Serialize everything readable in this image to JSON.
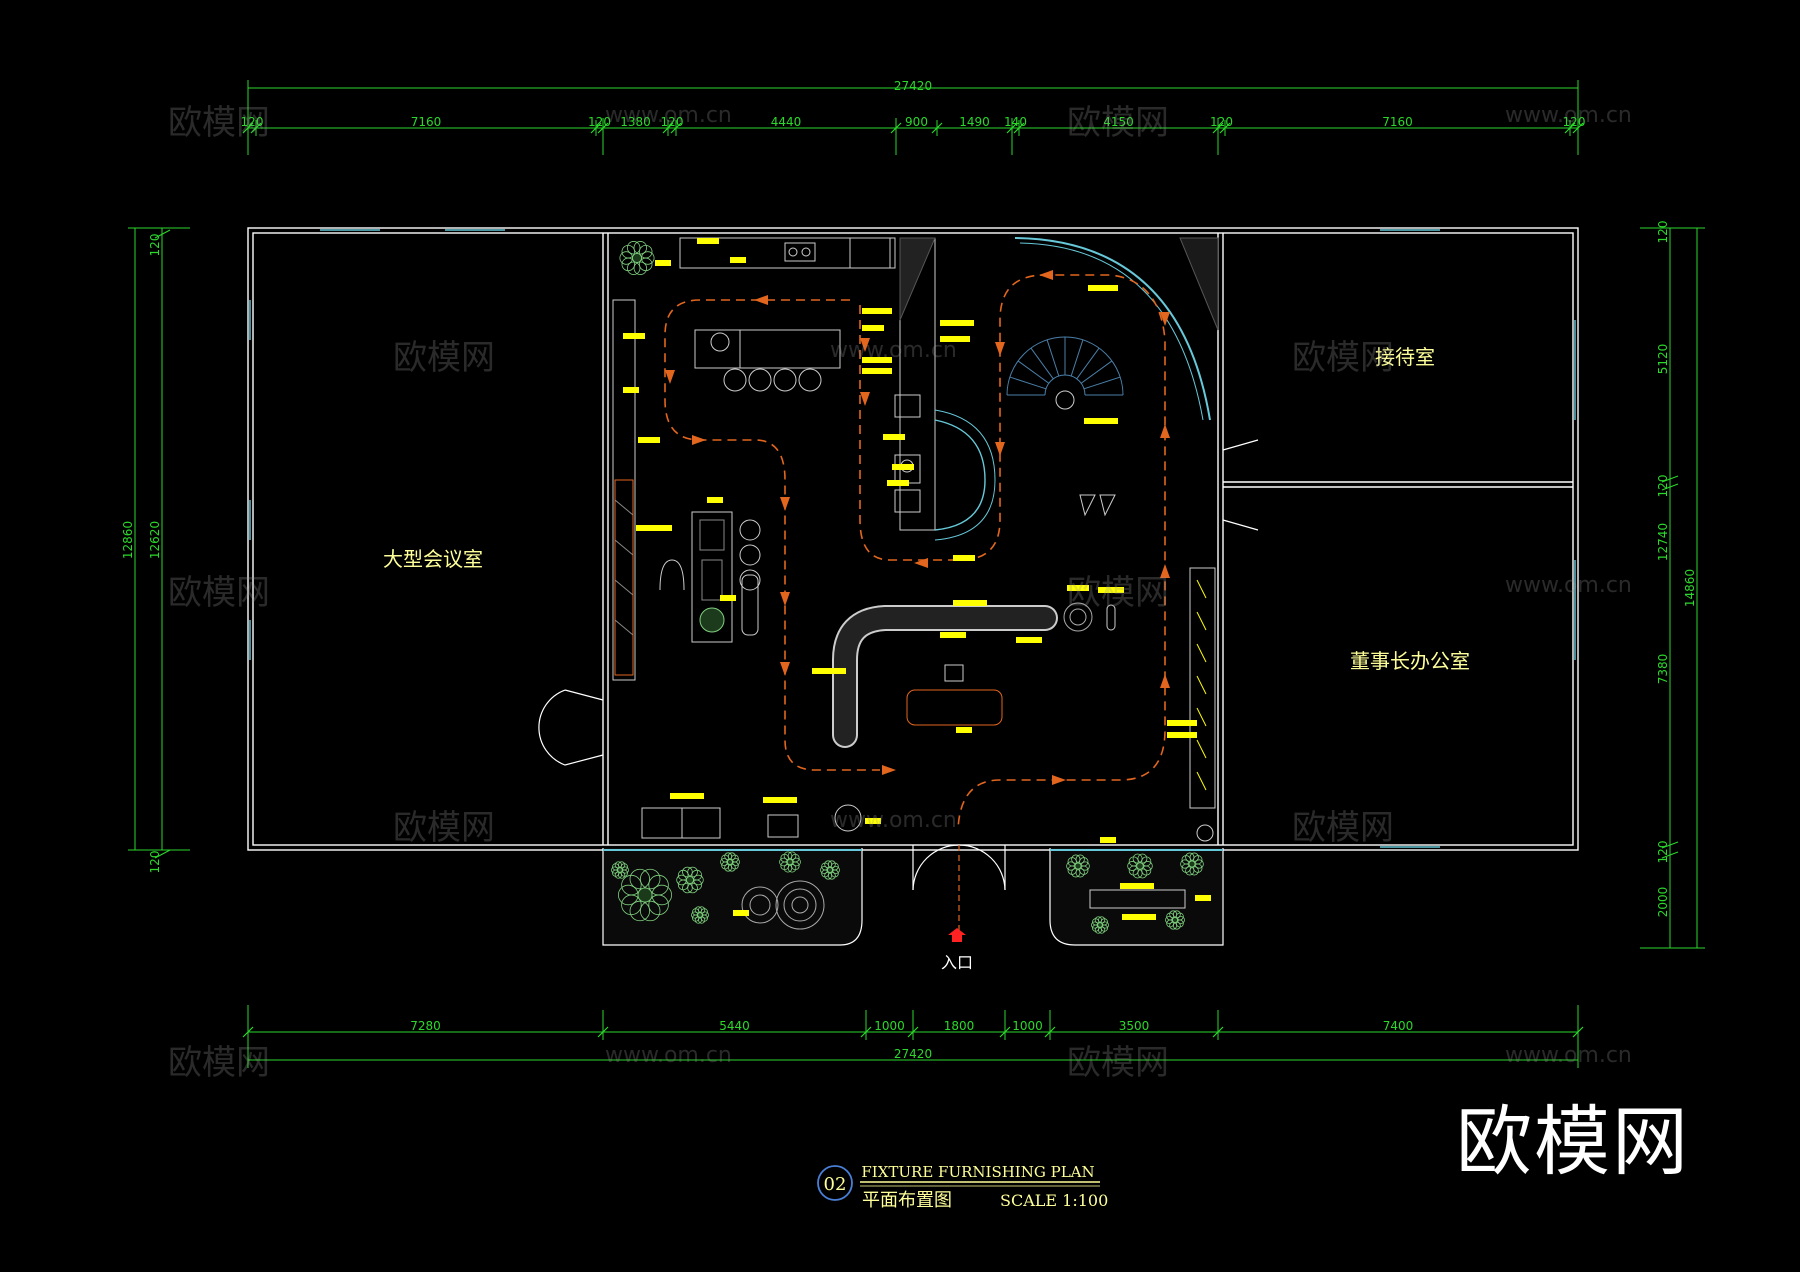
{
  "rooms": {
    "large_meeting": "大型会议室",
    "reception": "接待室",
    "chairman_office": "董事长办公室",
    "entrance": "入口"
  },
  "dimensions": {
    "top_total": "27420",
    "top_segments": [
      "120",
      "7160",
      "120",
      "1380",
      "120",
      "4440",
      "900",
      "1490",
      "140",
      "4150",
      "120",
      "7160",
      "120"
    ],
    "bottom_segments": [
      "7280",
      "5440",
      "1000",
      "1800",
      "1000",
      "3500",
      "7400"
    ],
    "bottom_total": "27420",
    "left_outer": "12860",
    "left_inner": "12620",
    "left_top": "120",
    "left_bottom": "120",
    "right_outer": "14860",
    "right_mid": "12740",
    "right_segments": [
      "120",
      "5120",
      "120",
      "7380",
      "120",
      "2000"
    ]
  },
  "title_block": {
    "number": "02",
    "title_en": "FIXTURE FURNISHING PLAN",
    "title_cn": "平面布置图",
    "scale": "SCALE 1:100"
  },
  "watermarks": {
    "brand": "欧模网",
    "url": "www.om.cn"
  },
  "colors": {
    "background": "#000000",
    "walls": "#ffffff",
    "dimension": "#2bd92b",
    "flow_arrow": "#e2661e",
    "furniture": "#dcdcdc",
    "tags": "#ffff00",
    "glass": "#66c8d8",
    "room_label": "#ffff99"
  }
}
